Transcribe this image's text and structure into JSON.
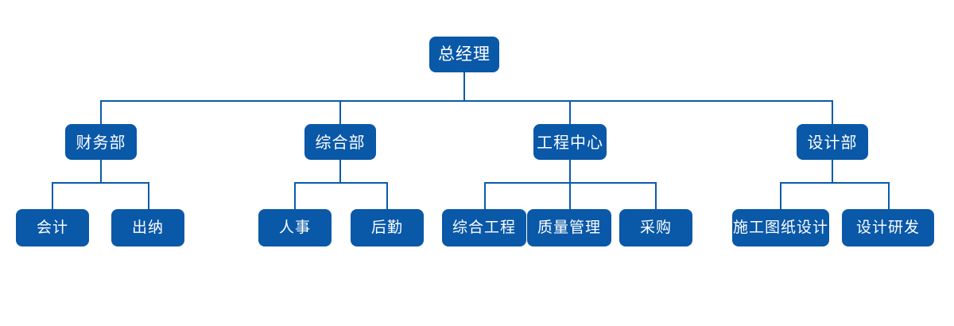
{
  "chart_data": {
    "type": "diagram",
    "diagram_type": "organization-chart",
    "title": "",
    "orientation": "top-down",
    "accent_color": "#0a58a8",
    "connector_color": "#0a5bab",
    "background_color": "#ffffff",
    "levels": 3,
    "nodes": [
      {
        "id": "root",
        "label": "总经理",
        "level": 1,
        "parent": null
      },
      {
        "id": "finance",
        "label": "财务部",
        "level": 2,
        "parent": "root"
      },
      {
        "id": "general",
        "label": "综合部",
        "level": 2,
        "parent": "root"
      },
      {
        "id": "engineering",
        "label": "工程中心",
        "level": 2,
        "parent": "root"
      },
      {
        "id": "design",
        "label": "设计部",
        "level": 2,
        "parent": "root"
      },
      {
        "id": "accounting",
        "label": "会计",
        "level": 3,
        "parent": "finance"
      },
      {
        "id": "cashier",
        "label": "出纳",
        "level": 3,
        "parent": "finance"
      },
      {
        "id": "hr",
        "label": "人事",
        "level": 3,
        "parent": "general"
      },
      {
        "id": "logistics",
        "label": "后勤",
        "level": 3,
        "parent": "general"
      },
      {
        "id": "comp-eng",
        "label": "综合工程",
        "level": 3,
        "parent": "engineering"
      },
      {
        "id": "quality",
        "label": "质量管理",
        "level": 3,
        "parent": "engineering"
      },
      {
        "id": "procurement",
        "label": "采购",
        "level": 3,
        "parent": "engineering"
      },
      {
        "id": "drawing",
        "label": "施工图纸设计",
        "level": 3,
        "parent": "design"
      },
      {
        "id": "rnd",
        "label": "设计研发",
        "level": 3,
        "parent": "design"
      }
    ]
  }
}
